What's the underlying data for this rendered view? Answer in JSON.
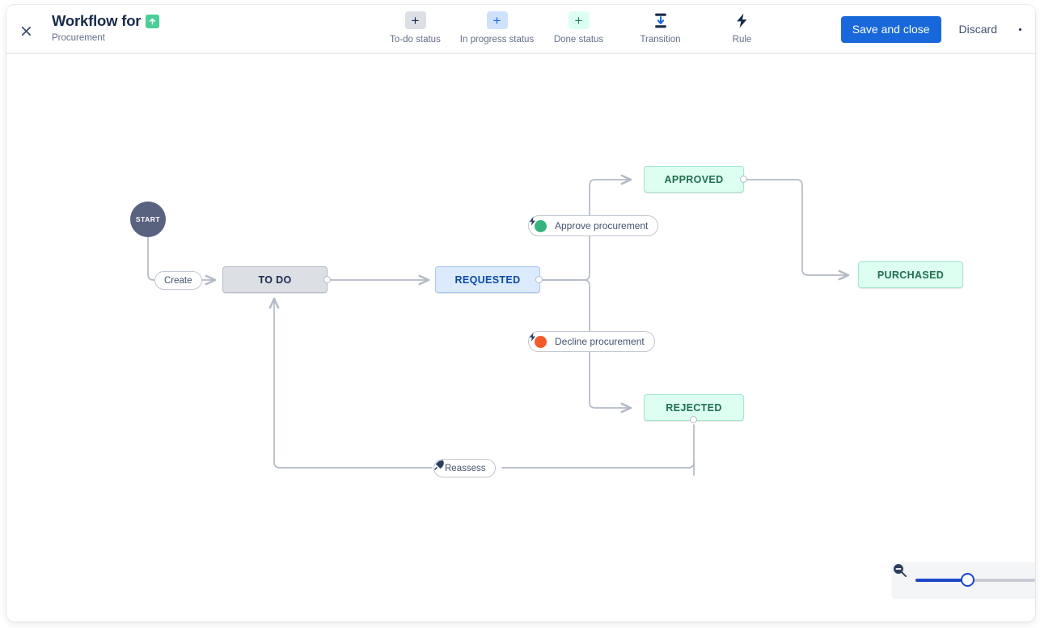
{
  "header": {
    "close_icon": "close-icon",
    "title": "Workflow for",
    "title_badge_icon": "arrow-up-green-icon",
    "subtitle": "Procurement",
    "tools": [
      {
        "icon": "plus-icon",
        "label": "To-do status",
        "glyph": "+",
        "style": "ic-todo"
      },
      {
        "icon": "plus-icon",
        "label": "In progress status",
        "glyph": "+",
        "style": "ic-prog"
      },
      {
        "icon": "plus-icon",
        "label": "Done status",
        "glyph": "+",
        "style": "ic-done"
      },
      {
        "icon": "transition-icon",
        "label": "Transition",
        "glyph": "",
        "style": "ic-plain"
      },
      {
        "icon": "rule-bolt-icon",
        "label": "Rule",
        "glyph": "",
        "style": "ic-plain"
      }
    ],
    "save_label": "Save and close",
    "discard_label": "Discard",
    "more_icon": "more-options-icon"
  },
  "canvas": {
    "start_node": {
      "label": "START"
    },
    "nodes": [
      {
        "id": "todo",
        "label": "TO DO",
        "type": "to-do"
      },
      {
        "id": "requested",
        "label": "REQUESTED",
        "type": "in-progress"
      },
      {
        "id": "approved",
        "label": "APPROVED",
        "type": "done"
      },
      {
        "id": "rejected",
        "label": "REJECTED",
        "type": "done"
      },
      {
        "id": "purchased",
        "label": "PURCHASED",
        "type": "done"
      }
    ],
    "transitions": [
      {
        "id": "create",
        "label": "Create",
        "badge": "none",
        "has_rule": false
      },
      {
        "id": "approve",
        "label": "Approve procurement",
        "badge": "success",
        "has_rule": true
      },
      {
        "id": "decline",
        "label": "Decline procurement",
        "badge": "error",
        "has_rule": true
      },
      {
        "id": "reassess",
        "label": "Reassess",
        "badge": "none",
        "has_rule": true
      }
    ]
  },
  "zoom_control": {
    "zoom_out_icon": "magnifier-minus-icon",
    "value_percent": 38
  },
  "colors": {
    "accent": "#1868db",
    "todo_bg": "#dcdfe4",
    "progress_bg": "#dceafd",
    "done_bg": "#dcfff1",
    "edge": "#b3bac5",
    "slider_fill": "#1d47c7"
  }
}
